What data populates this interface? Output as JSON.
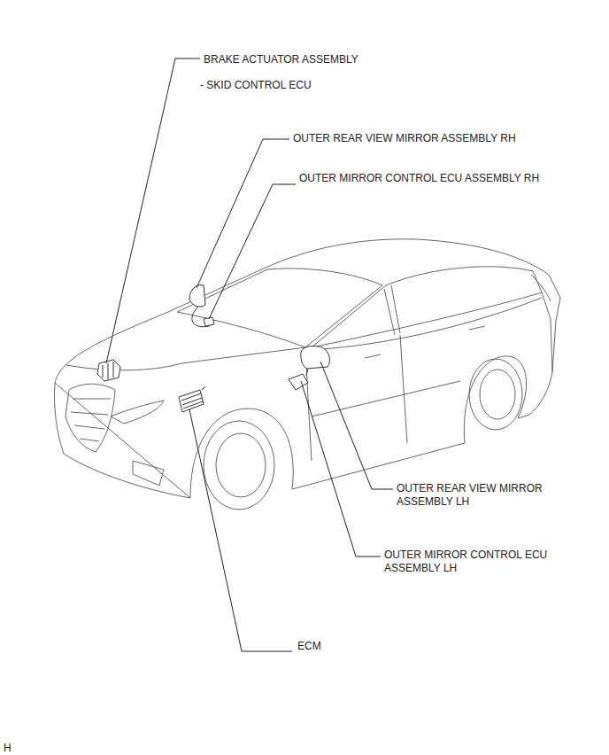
{
  "diagram": {
    "labels": [
      "BRAKE ACTUATOR ASSEMBLY",
      "- SKID CONTROL ECU",
      "OUTER REAR VIEW MIRROR ASSEMBLY RH",
      "OUTER MIRROR CONTROL ECU ASSEMBLY RH",
      "OUTER REAR VIEW MIRROR ASSEMBLY LH",
      "OUTER MIRROR CONTROL ECU ASSEMBLY LH",
      "ECM",
      "H"
    ]
  }
}
